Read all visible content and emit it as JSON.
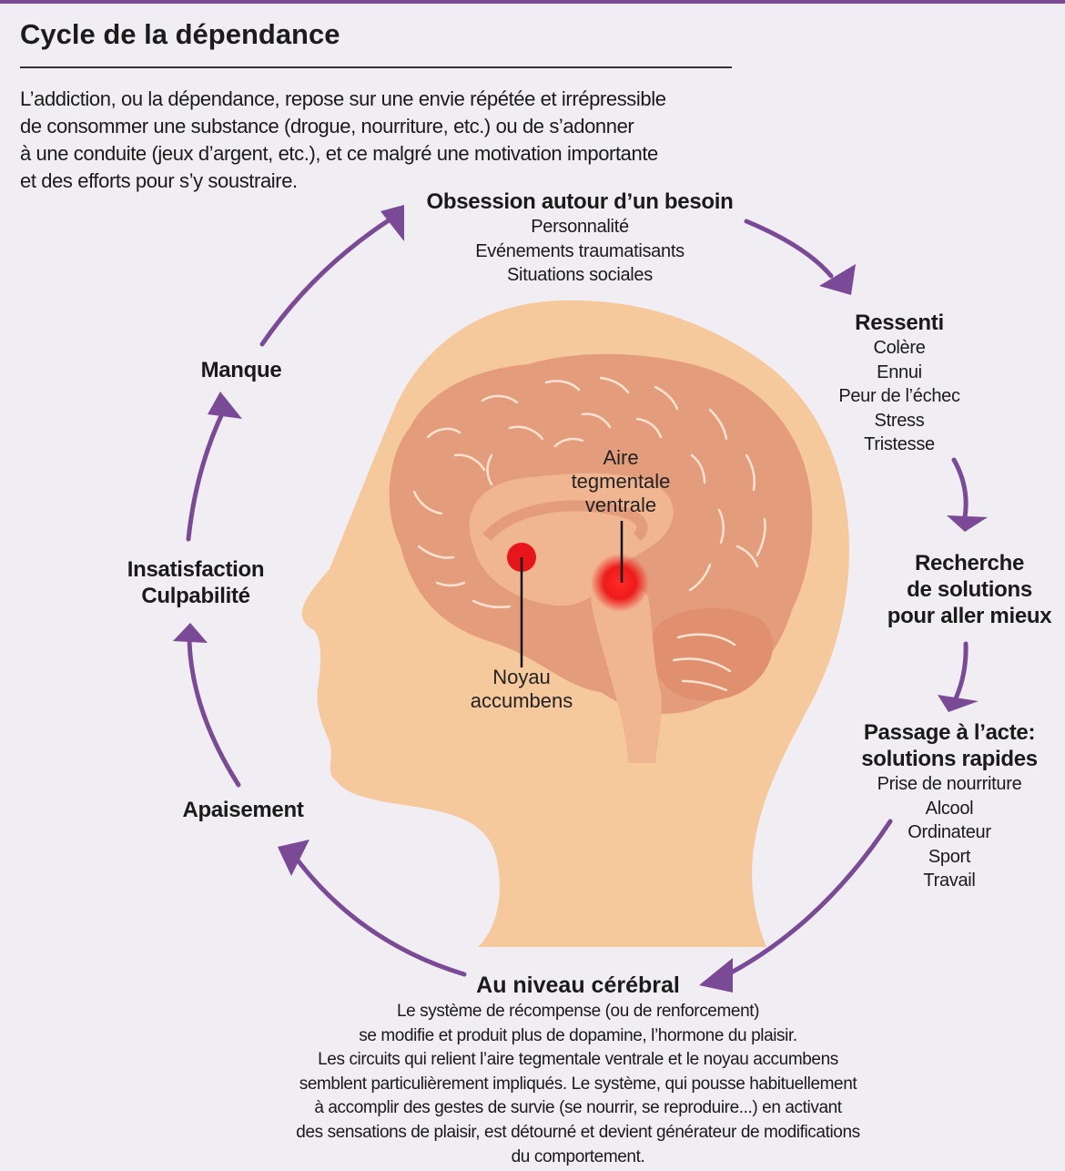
{
  "title": "Cycle de la dépendance",
  "intro": [
    "L’addiction, ou la dépendance, repose sur une envie répétée et irrépressible",
    "de consommer une substance (drogue, nourriture, etc.) ou de s’adonner",
    "à une conduite (jeux d’argent, etc.), et ce malgré une motivation importante",
    "et des efforts pour s’y soustraire."
  ],
  "cycle": {
    "obsession": {
      "title": "Obsession autour d’un besoin",
      "items": [
        "Personnalité",
        "Evénements traumatisants",
        "Situations sociales"
      ]
    },
    "ressenti": {
      "title": "Ressenti",
      "items": [
        "Colère",
        "Ennui",
        "Peur de l’échec",
        "Stress",
        "Tristesse"
      ]
    },
    "recherche": {
      "title": [
        "Recherche",
        "de solutions",
        "pour aller mieux"
      ]
    },
    "passage": {
      "title": [
        "Passage à l’acte:",
        "solutions rapides"
      ],
      "items": [
        "Prise de nourriture",
        "Alcool",
        "Ordinateur",
        "Sport",
        "Travail"
      ]
    },
    "cerebral": {
      "title": "Au niveau cérébral",
      "text": [
        "Le système de récompense (ou de renforcement)",
        "se modifie et produit plus de dopamine, l’hormone du plaisir.",
        "Les circuits qui relient l’aire tegmentale ventrale et le noyau accumbens",
        "semblent particulièrement impliqués. Le système, qui pousse habituellement",
        "à accomplir des gestes de survie (se nourrir, se reproduire...) en activant",
        "des sensations de plaisir, est détourné et devient générateur de modifications",
        "du comportement."
      ]
    },
    "apaisement": {
      "title": "Apaisement"
    },
    "insatisfaction": {
      "title": [
        "Insatisfaction",
        "Culpabilité"
      ]
    },
    "manque": {
      "title": "Manque"
    }
  },
  "brain": {
    "aire": [
      "Aire",
      "tegmentale",
      "ventrale"
    ],
    "noyau": [
      "Noyau",
      "accumbens"
    ]
  },
  "colors": {
    "arrow": "#7b4a97",
    "head": "#f6c99c",
    "brain": "#e49d7c",
    "brain_inner": "#f0b591",
    "hotspot": "#e8151b"
  }
}
